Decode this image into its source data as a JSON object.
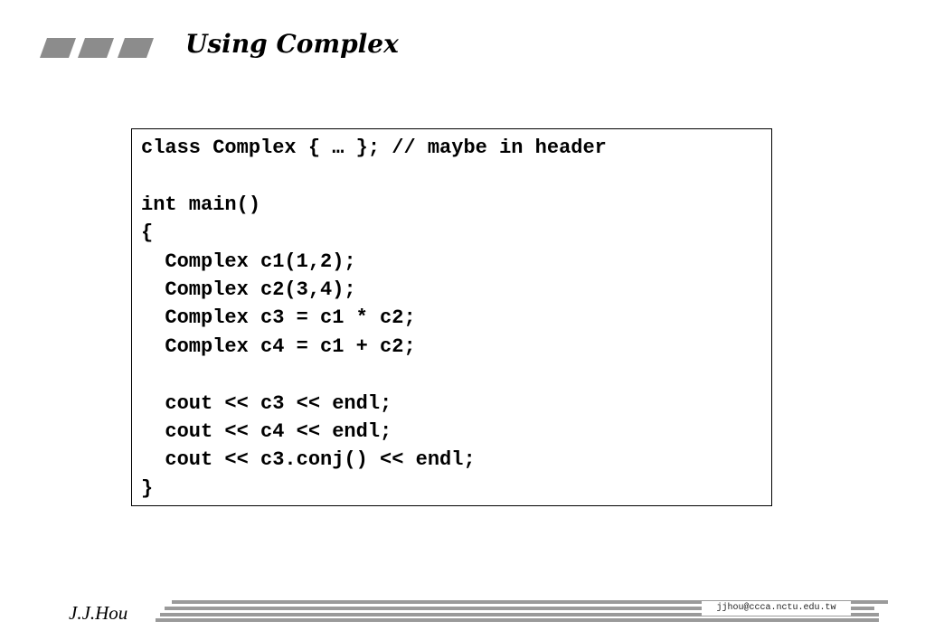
{
  "slide": {
    "title": "Using Complex",
    "code_lines": [
      "class Complex { … }; // maybe in header",
      "",
      "int main()",
      "{",
      "  Complex c1(1,2);",
      "  Complex c2(3,4);",
      "  Complex c3 = c1 * c2;",
      "  Complex c4 = c1 + c2;",
      "",
      "  cout << c3 << endl;",
      "  cout << c4 << endl;",
      "  cout << c3.conj() << endl;",
      "}"
    ]
  },
  "footer": {
    "author": "J.J.Hou",
    "email": "jjhou@ccca.nctu.edu.tw"
  },
  "colors": {
    "logo_gray": "#8c8c8c",
    "rule_gray": "#9a9a9a"
  }
}
